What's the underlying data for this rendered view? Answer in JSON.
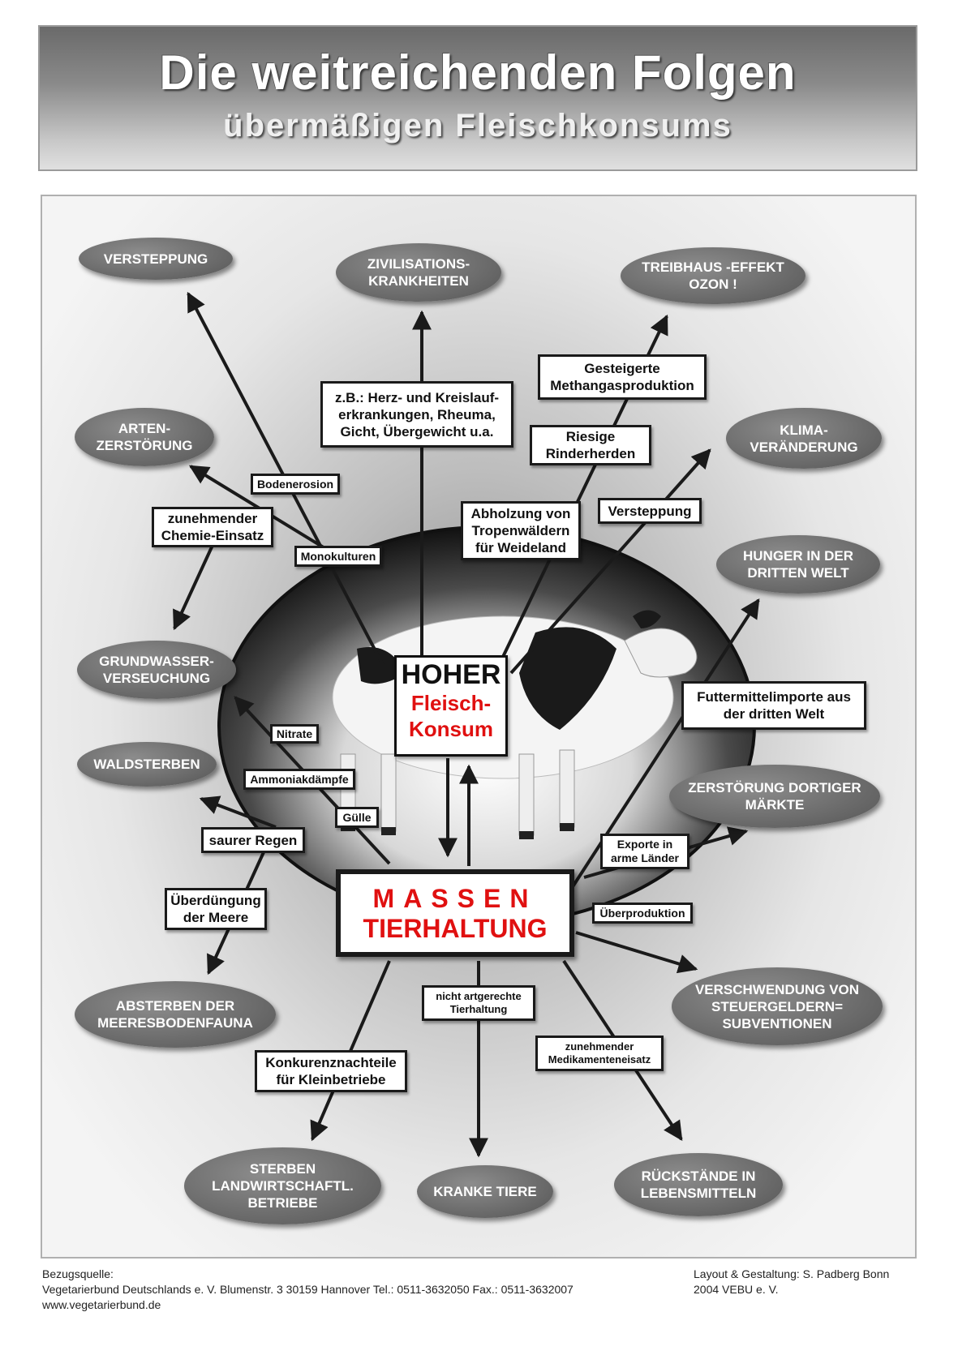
{
  "header": {
    "title": "Die weitreichenden Folgen",
    "subtitle": "übermäßigen Fleischkonsums"
  },
  "center": {
    "hoher": "HOHER",
    "fleisch": "Fleisch-\nKonsum",
    "massen": "MASSEN",
    "tierhaltung": "TIERHALTUNG"
  },
  "ovals": {
    "versteppung": "VERSTEPPUNG",
    "zivilisation": "ZIVILISATIONS-\nKRANKHEITEN",
    "treibhaus": "TREIBHAUS -EFFEKT\nOZON !",
    "arten": "ARTEN-\nZERSTÖRUNG",
    "klima": "KLIMA-\nVERÄNDERUNG",
    "hunger": "HUNGER IN DER\nDRITTEN WELT",
    "grundwasser": "GRUNDWASSER-\nVERSEUCHUNG",
    "waldsterben": "WALDSTERBEN",
    "zerstoerung": "ZERSTÖRUNG DORTIGER\nMÄRKTE",
    "absterben": "ABSTERBEN DER\nMEERESBODENFAUNA",
    "verschwendung": "VERSCHWENDUNG VON\nSTEUERGELDERN=\nSUBVENTIONEN",
    "sterben": "STERBEN\nLANDWIRTSCHAFTL.\nBETRIEBE",
    "kranke": "KRANKE TIERE",
    "rueckstaende": "RÜCKSTÄNDE IN\nLEBENSMITTELN"
  },
  "labels": {
    "herz": "z.B.: Herz- und Kreislauf-\nerkrankungen, Rheuma,\nGicht, Übergewicht u.a.",
    "methan": "Gesteigerte\nMethangasproduktion",
    "rinderherden": "Riesige\nRinderherden",
    "bodenerosion": "Bodenerosion",
    "chemie": "zunehmender\nChemie-Einsatz",
    "monokulturen": "Monokulturen",
    "abholzung": "Abholzung von\nTropenwäldern\nfür Weideland",
    "versteppung_label": "Versteppung",
    "futtermittel": "Futtermittelimporte aus\nder dritten Welt",
    "nitrate": "Nitrate",
    "ammoniak": "Ammoniakdämpfe",
    "guelle": "Gülle",
    "saurer_regen": "saurer Regen",
    "exporte": "Exporte in\narme Länder",
    "ueberduengung": "Überdüngung\nder Meere",
    "ueberproduktion": "Überproduktion",
    "nicht_artgerecht": "nicht artgerechte\nTierhaltung",
    "konkurrenz": "Konkurenznachteile\nfür Kleinbetriebe",
    "medikamente": "zunehmender\nMedikamenteneisatz"
  },
  "footer": {
    "source_label": "Bezugsquelle:",
    "source_address": "Vegetarierbund Deutschlands e. V. Blumenstr. 3 30159 Hannover Tel.: 0511-3632050 Fax.: 0511-3632007",
    "website": "www.vegetarierbund.de",
    "layout_credit": "Layout & Gestaltung: S. Padberg Bonn",
    "year_org": "2004 VEBU e. V."
  }
}
